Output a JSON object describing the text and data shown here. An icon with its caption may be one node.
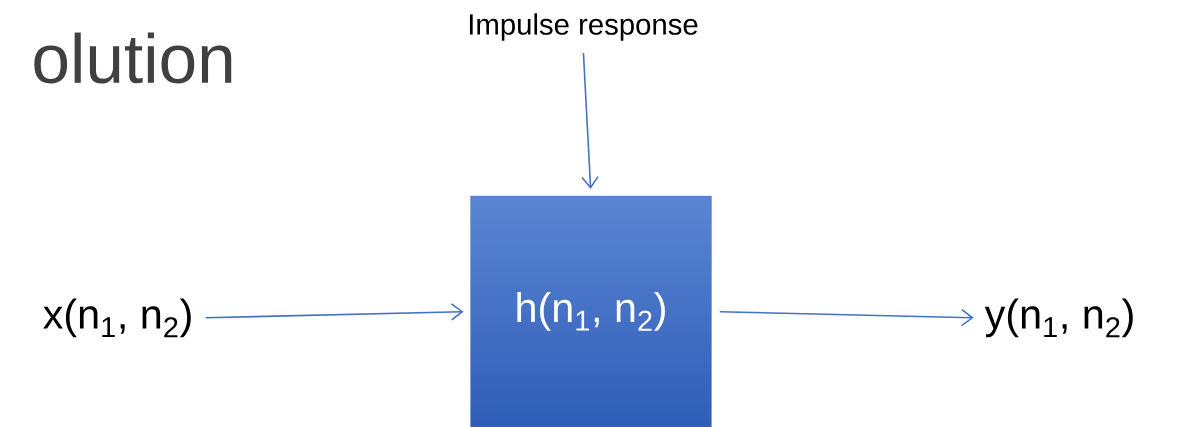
{
  "diagram": {
    "title": "olution",
    "nodes": [
      {
        "text": [
          "Impulse response"
        ]
      },
      {
        "text": [
          "x(n$_{1}$, n$_{2}$)"
        ]
      },
      {
        "text": [
          "h(n$_{1}$, n$_{2}$)"
        ]
      },
      {
        "text": [
          "y(n$_{1}$, n$_{2}$)"
        ]
      }
    ],
    "edges": [
      {
        "from": 0,
        "to": 2,
        "arrow": "to"
      },
      {
        "from": 1,
        "to": 2,
        "arrow": "to"
      },
      {
        "from": 2,
        "to": 3,
        "arrow": "to"
      }
    ]
  }
}
